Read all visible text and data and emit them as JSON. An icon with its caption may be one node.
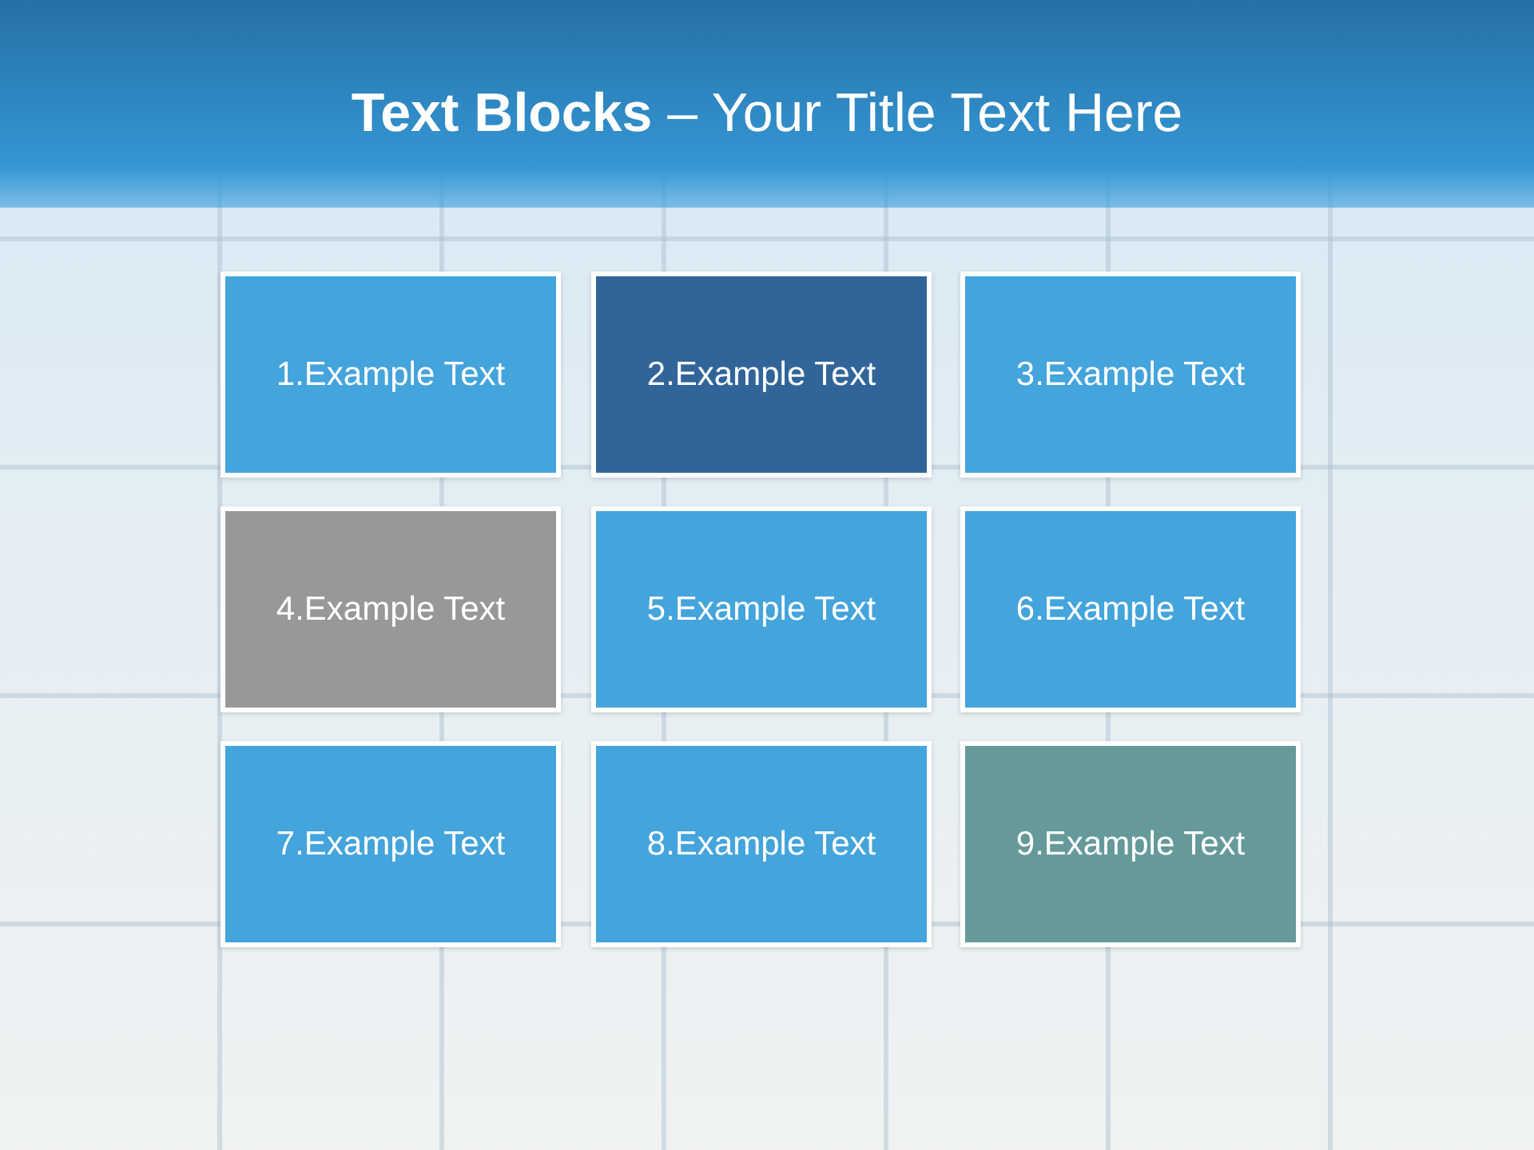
{
  "diagram": {
    "title": "**Text Blocks** – Your Title Text Here",
    "nodes": [
      {
        "text": [
          "1.Example Text"
        ]
      },
      {
        "text": [
          "2.Example Text"
        ]
      },
      {
        "text": [
          "3.Example Text"
        ]
      },
      {
        "text": [
          "4.Example Text"
        ]
      },
      {
        "text": [
          "5.Example Text"
        ]
      },
      {
        "text": [
          "6.Example Text"
        ]
      },
      {
        "text": [
          "7.Example Text"
        ]
      },
      {
        "text": [
          "8.Example Text"
        ]
      },
      {
        "text": [
          "9.Example Text"
        ]
      }
    ]
  }
}
